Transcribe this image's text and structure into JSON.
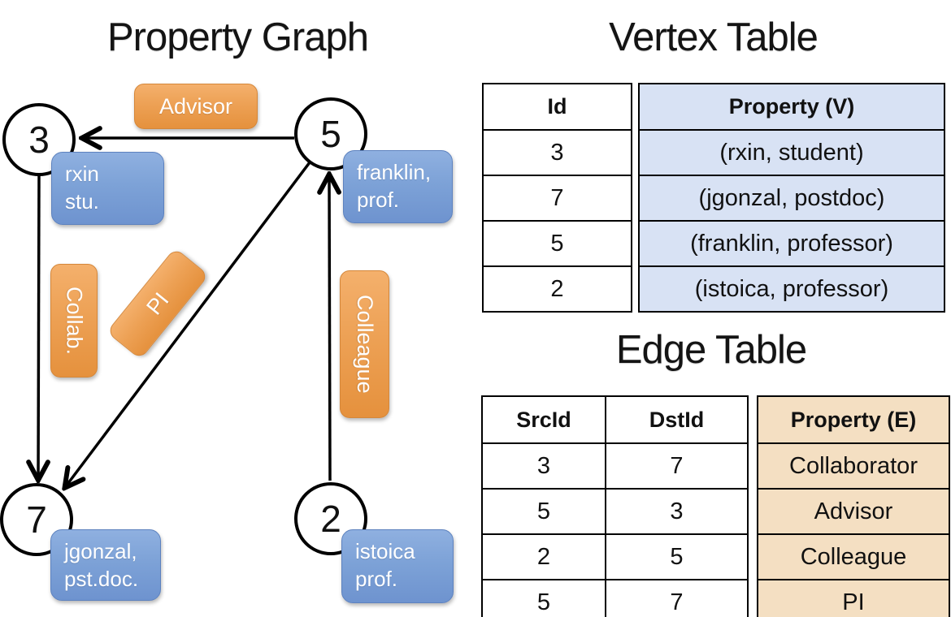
{
  "property_graph": {
    "title": "Property Graph",
    "nodes": {
      "n3": {
        "id": "3",
        "property_line1": "rxin",
        "property_line2": "stu."
      },
      "n5": {
        "id": "5",
        "property_line1": "franklin,",
        "property_line2": "prof."
      },
      "n7": {
        "id": "7",
        "property_line1": "jgonzal,",
        "property_line2": "pst.doc."
      },
      "n2": {
        "id": "2",
        "property_line1": "istoica",
        "property_line2": "prof."
      }
    },
    "edge_labels": {
      "advisor": "Advisor",
      "collab": "Collab.",
      "pi": "PI",
      "colleague": "Colleague"
    }
  },
  "vertex_table": {
    "title": "Vertex Table",
    "headers": {
      "id": "Id",
      "property": "Property (V)"
    },
    "rows": [
      {
        "id": "3",
        "property": "(rxin, student)"
      },
      {
        "id": "7",
        "property": "(jgonzal, postdoc)"
      },
      {
        "id": "5",
        "property": "(franklin, professor)"
      },
      {
        "id": "2",
        "property": "(istoica, professor)"
      }
    ]
  },
  "edge_table": {
    "title": "Edge Table",
    "headers": {
      "src": "SrcId",
      "dst": "DstId",
      "property": "Property (E)"
    },
    "rows": [
      {
        "src": "3",
        "dst": "7",
        "property": "Collaborator"
      },
      {
        "src": "5",
        "dst": "3",
        "property": "Advisor"
      },
      {
        "src": "2",
        "dst": "5",
        "property": "Colleague"
      },
      {
        "src": "5",
        "dst": "7",
        "property": "PI"
      }
    ]
  },
  "colors": {
    "edge_label_orange": "#EDA155",
    "vertex_label_blue": "#7DA2D7",
    "vertex_cell_bg": "#D8E2F4",
    "edge_cell_bg": "#F4DFC2",
    "line_black": "#000000"
  }
}
